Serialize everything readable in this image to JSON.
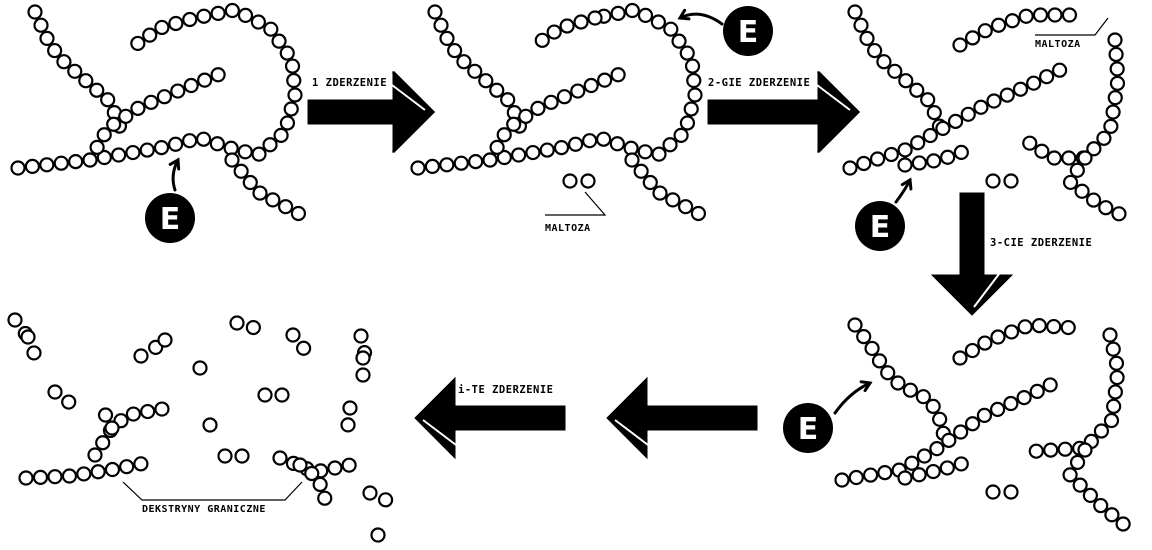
{
  "labels": {
    "event_1": "1 ZDERZENIE",
    "event_2": "2-GIE ZDERZENIE",
    "event_3": "3-CIE ZDERZENIE",
    "event_i": "i-TE ZDERZENIE",
    "maltose_1": "MALTOZA",
    "maltose_2": "MALTOZA",
    "limit_dextrins": "DEKSTRYNY GRANICZNE"
  },
  "enzyme": {
    "letter": "E",
    "color": "#000000"
  },
  "colors": {
    "ink": "#000000",
    "background": "#ffffff"
  }
}
